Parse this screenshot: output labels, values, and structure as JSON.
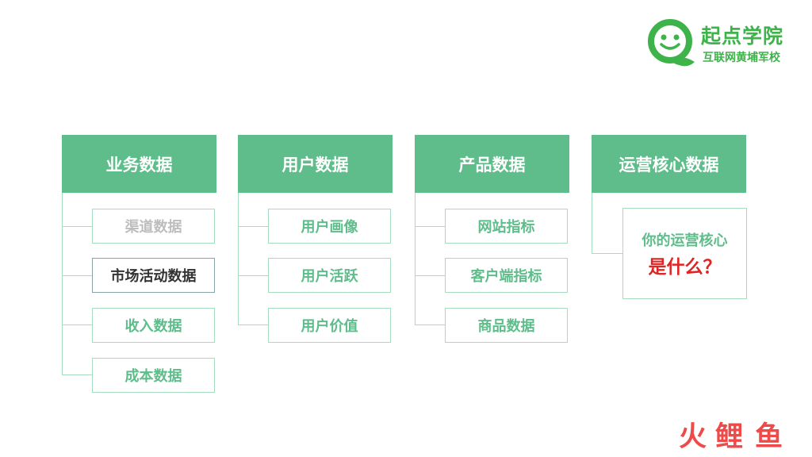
{
  "logo": {
    "title": "起点学院",
    "subtitle": "互联网黄埔军校"
  },
  "columns": [
    {
      "header": "业务数据",
      "items": [
        {
          "label": "渠道数据",
          "style": "dim"
        },
        {
          "label": "市场活动数据",
          "style": "dark"
        },
        {
          "label": "收入数据",
          "style": "normal"
        },
        {
          "label": "成本数据",
          "style": "normal"
        }
      ]
    },
    {
      "header": "用户数据",
      "items": [
        {
          "label": "用户画像",
          "style": "normal"
        },
        {
          "label": "用户活跃",
          "style": "normal"
        },
        {
          "label": "用户价值",
          "style": "normal"
        }
      ]
    },
    {
      "header": "产品数据",
      "items": [
        {
          "label": "网站指标",
          "style": "normal"
        },
        {
          "label": "客户端指标",
          "style": "normal"
        },
        {
          "label": "商品数据",
          "style": "normal"
        }
      ]
    },
    {
      "header": "运营核心数据",
      "question": {
        "line1": "你的运营核心",
        "line2": "是什么？"
      }
    }
  ],
  "watermark": {
    "chars": [
      "火",
      "鲤",
      "鱼"
    ]
  },
  "colors": {
    "header_bg": "#5ebd8a",
    "item_text": "#5ebd8a",
    "connector": "#a6dcc0",
    "highlight": "#e02424",
    "logo": "#3db34a"
  }
}
